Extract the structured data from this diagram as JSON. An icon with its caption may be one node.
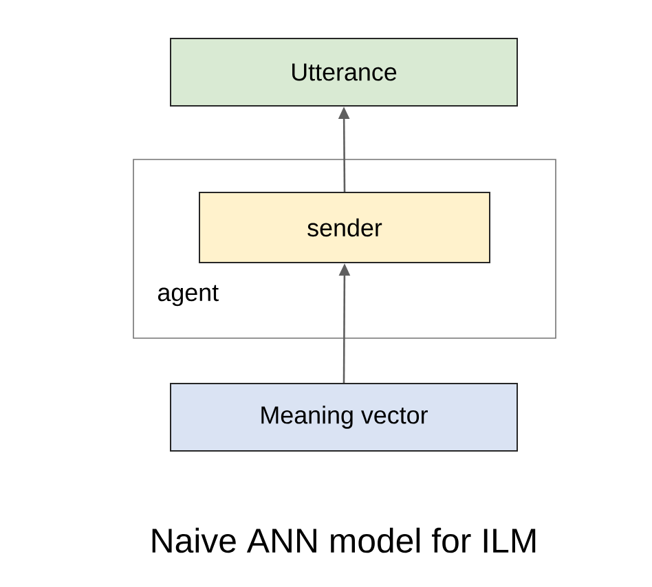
{
  "diagram": {
    "caption": "Naive ANN model for ILM",
    "nodes": [
      {
        "text": [
          "Utterance"
        ]
      },
      {
        "text": [
          "agent"
        ]
      },
      {
        "text": [
          "sender"
        ],
        "in": 1
      },
      {
        "text": [
          "Meaning vector"
        ]
      }
    ],
    "edges": [
      {
        "from": 3,
        "to": 2,
        "arrow": "to"
      },
      {
        "from": 2,
        "to": 0,
        "arrow": "to"
      }
    ]
  }
}
